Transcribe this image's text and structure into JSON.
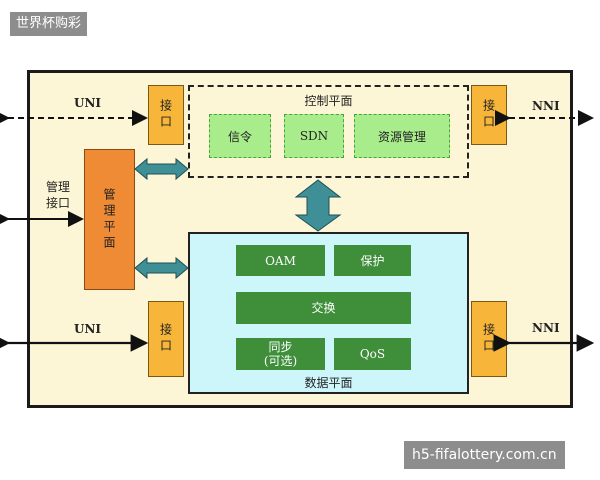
{
  "watermark_top": "世界杯购彩",
  "watermark_bottom": "h5-fifalottery.com.cn",
  "labels": {
    "uni_top": "UNI",
    "nni_top": "NNI",
    "uni_bottom": "UNI",
    "nni_bottom": "NNI",
    "mgmt_interface": "管理\n接口"
  },
  "interfaces": {
    "top_left": "接口",
    "top_right": "接口",
    "bottom_left": "接口",
    "bottom_right": "接口"
  },
  "control_plane": {
    "title": "控制平面",
    "modules": [
      "信令",
      "SDN",
      "资源管理"
    ]
  },
  "management_plane": {
    "title": "管理平面"
  },
  "data_plane": {
    "title": "数据平面",
    "modules": [
      "OAM",
      "保护",
      "交换",
      "同步\n(可选)",
      "QoS"
    ]
  },
  "colors": {
    "frame_bg": "#fdf6d6",
    "interface": "#f7b53a",
    "mgmt": "#ef8a35",
    "data_bg": "#cdf6fb",
    "ctrl_module": "#a8ec8c",
    "data_module": "#3e8e3a",
    "arrow": "#3f8f97"
  }
}
